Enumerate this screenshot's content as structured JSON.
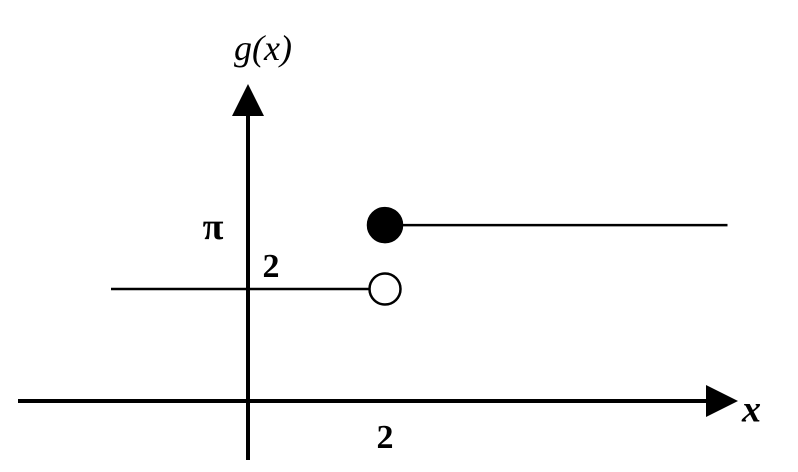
{
  "chart_data": {
    "type": "line",
    "title": "",
    "xlabel": "x",
    "ylabel": "g(x)",
    "x_ticks": [
      {
        "value": 2,
        "label": "2"
      }
    ],
    "y_ticks": [
      {
        "value": 2,
        "label": "2"
      },
      {
        "value": 3.14159,
        "label": "π"
      }
    ],
    "series": [
      {
        "type": "segment",
        "x": [
          -2,
          2
        ],
        "y": [
          2,
          2
        ],
        "endpoint": {
          "x": 2,
          "y": 2,
          "style": "open"
        }
      },
      {
        "type": "segment",
        "x": [
          2,
          7
        ],
        "y": [
          3.14159,
          3.14159
        ],
        "endpoint": {
          "x": 2,
          "y": 3.14159,
          "style": "closed"
        }
      }
    ],
    "xlim": [
      -4.3,
      9.5
    ],
    "ylim": [
      -1.0,
      5.5
    ],
    "grid": false,
    "legend": "none"
  }
}
